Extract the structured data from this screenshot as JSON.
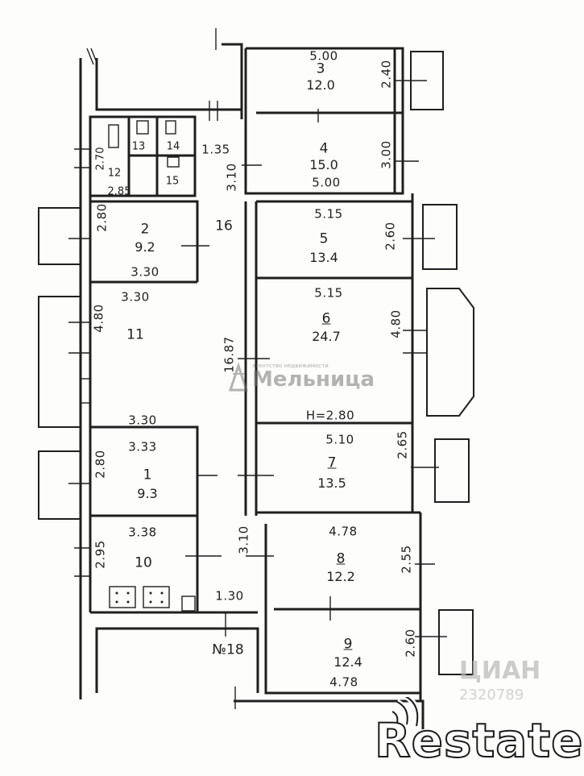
{
  "plan": {
    "rooms": [
      {
        "id": "r1",
        "number": "1",
        "area": "9.3"
      },
      {
        "id": "r2",
        "number": "2",
        "area": "9.2"
      },
      {
        "id": "r3",
        "number": "3",
        "area": "12.0"
      },
      {
        "id": "r4",
        "number": "4",
        "area": "15.0"
      },
      {
        "id": "r5",
        "number": "5",
        "area": "13.4"
      },
      {
        "id": "r6",
        "number": "6",
        "area": "24.7"
      },
      {
        "id": "r7",
        "number": "7",
        "area": "13.5"
      },
      {
        "id": "r8",
        "number": "8",
        "area": "12.2"
      },
      {
        "id": "r9",
        "number": "9",
        "area": "12.4"
      },
      {
        "id": "r10",
        "number": "10",
        "area": ""
      },
      {
        "id": "r11",
        "number": "11",
        "area": ""
      },
      {
        "id": "r12",
        "number": "12",
        "area": ""
      },
      {
        "id": "r13",
        "number": "13",
        "area": ""
      },
      {
        "id": "r14",
        "number": "14",
        "area": ""
      },
      {
        "id": "r15",
        "number": "15",
        "area": ""
      },
      {
        "id": "r16",
        "number": "16",
        "area": ""
      },
      {
        "id": "r18",
        "number": "№18",
        "area": ""
      }
    ],
    "dimensions": {
      "d_500_top": "5.00",
      "d_240": "2.40",
      "d_300": "3.00",
      "d_500_mid": "5.00",
      "d_310_upper": "3.10",
      "d_135": "1.35",
      "d_270": "2.70",
      "d_285": "2.85",
      "d_280_r2": "2.80",
      "d_330_r2": "3.30",
      "d_330_r11": "3.30",
      "d_480_left": "4.80",
      "d_515_r5": "5.15",
      "d_260_r5": "2.60",
      "d_515_r6": "5.15",
      "d_480_right": "4.80",
      "d_1687": "16.87",
      "d_330_r1top": "3.30",
      "d_333": "3.33",
      "d_280_r1": "2.80",
      "d_height": "H=2.80",
      "d_510": "5.10",
      "d_265": "2.65",
      "d_338": "3.38",
      "d_295": "2.95",
      "d_310_lower": "3.10",
      "d_478_r8": "4.78",
      "d_255": "2.55",
      "d_130": "1.30",
      "d_260_r9": "2.60",
      "d_478_r9": "4.78"
    }
  },
  "watermarks": {
    "agency_tagline": "агентство недвижимости",
    "agency_name": "Мельница",
    "cian": "ЦИАН",
    "cian_id": "2320789",
    "brand": "Restate"
  },
  "colors": {
    "ink": "#1f1f1f",
    "paper": "#fdfdfb",
    "watermark": "#777777"
  }
}
